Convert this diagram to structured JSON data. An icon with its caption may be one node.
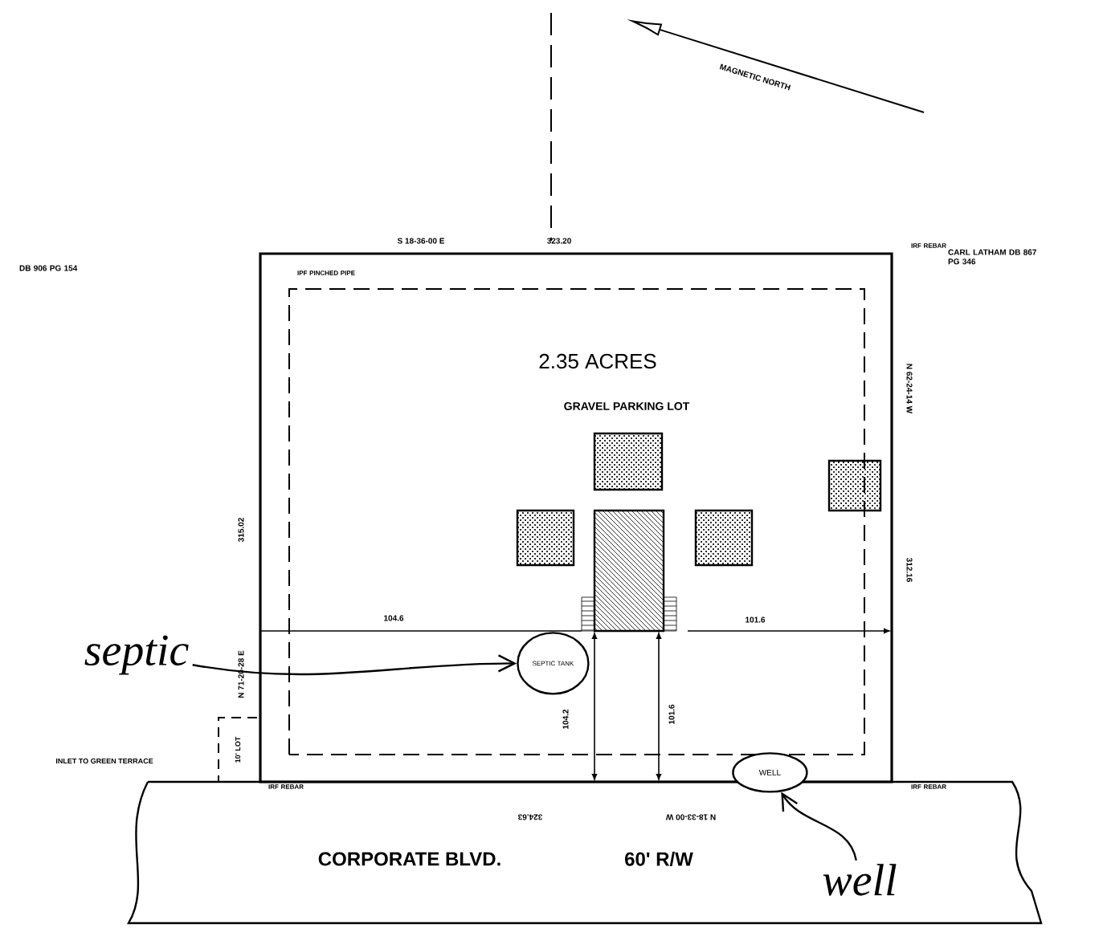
{
  "diagram": {
    "nodes": [
      {
        "text": [
          "2.35 ACRES",
          "GRAVEL PARKING LOT"
        ]
      },
      {
        "text": [
          "septic"
        ]
      },
      {
        "text": [
          "SEPTIC TANK"
        ],
        "in": 0
      },
      {
        "text": [
          "well"
        ]
      },
      {
        "text": [
          "WELL"
        ],
        "in": 0
      }
    ],
    "edges": [
      {
        "from": 1,
        "to": 2,
        "arrow": "to"
      },
      {
        "from": 3,
        "to": 4,
        "arrow": "to"
      }
    ],
    "labels": [
      "MAGNETIC NORTH",
      "DB 906 PG 154",
      "S 18-36-00 E",
      "323.20",
      "IRF REBAR",
      "CARL LATHAM DB 867 PG 346",
      "IPF PINCHED PIPE",
      "N 62-24-14 W",
      "315.02",
      "312.16",
      "104.6",
      "101.6",
      "N 71-20-28 E",
      "104.2",
      "101.6",
      "INLET TO GREEN TERRACE",
      "10' LOT",
      "IRF REBAR",
      "IRF REBAR",
      "324.63",
      "N 18-33-00 W",
      "CORPORATE BLVD.",
      "60' R/W"
    ]
  }
}
